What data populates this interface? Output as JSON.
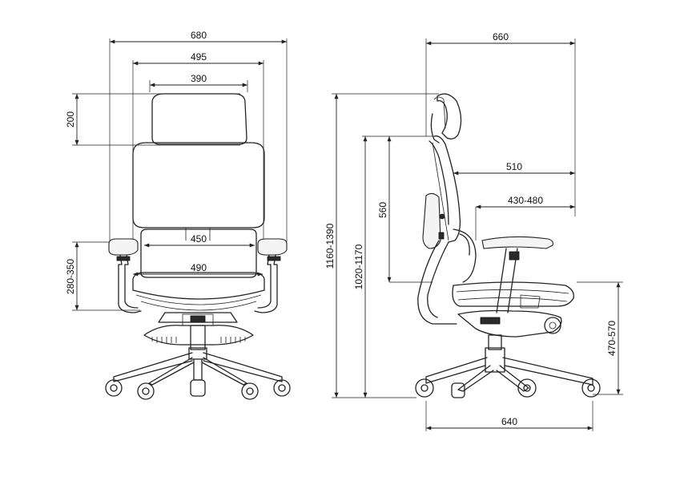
{
  "front_view": {
    "overall_width": "680",
    "backrest_width": "495",
    "headrest_width": "390",
    "headrest_height": "200",
    "armrest_span": "450",
    "seat_width": "490",
    "armrest_height": "280-350"
  },
  "side_view": {
    "overall_depth": "660",
    "backrest_to_front": "510",
    "seat_depth": "430-480",
    "backrest_height": "560",
    "overall_height": "1160-1390",
    "back_top_height": "1020-1170",
    "seat_height": "470-570",
    "base_diameter": "640"
  }
}
